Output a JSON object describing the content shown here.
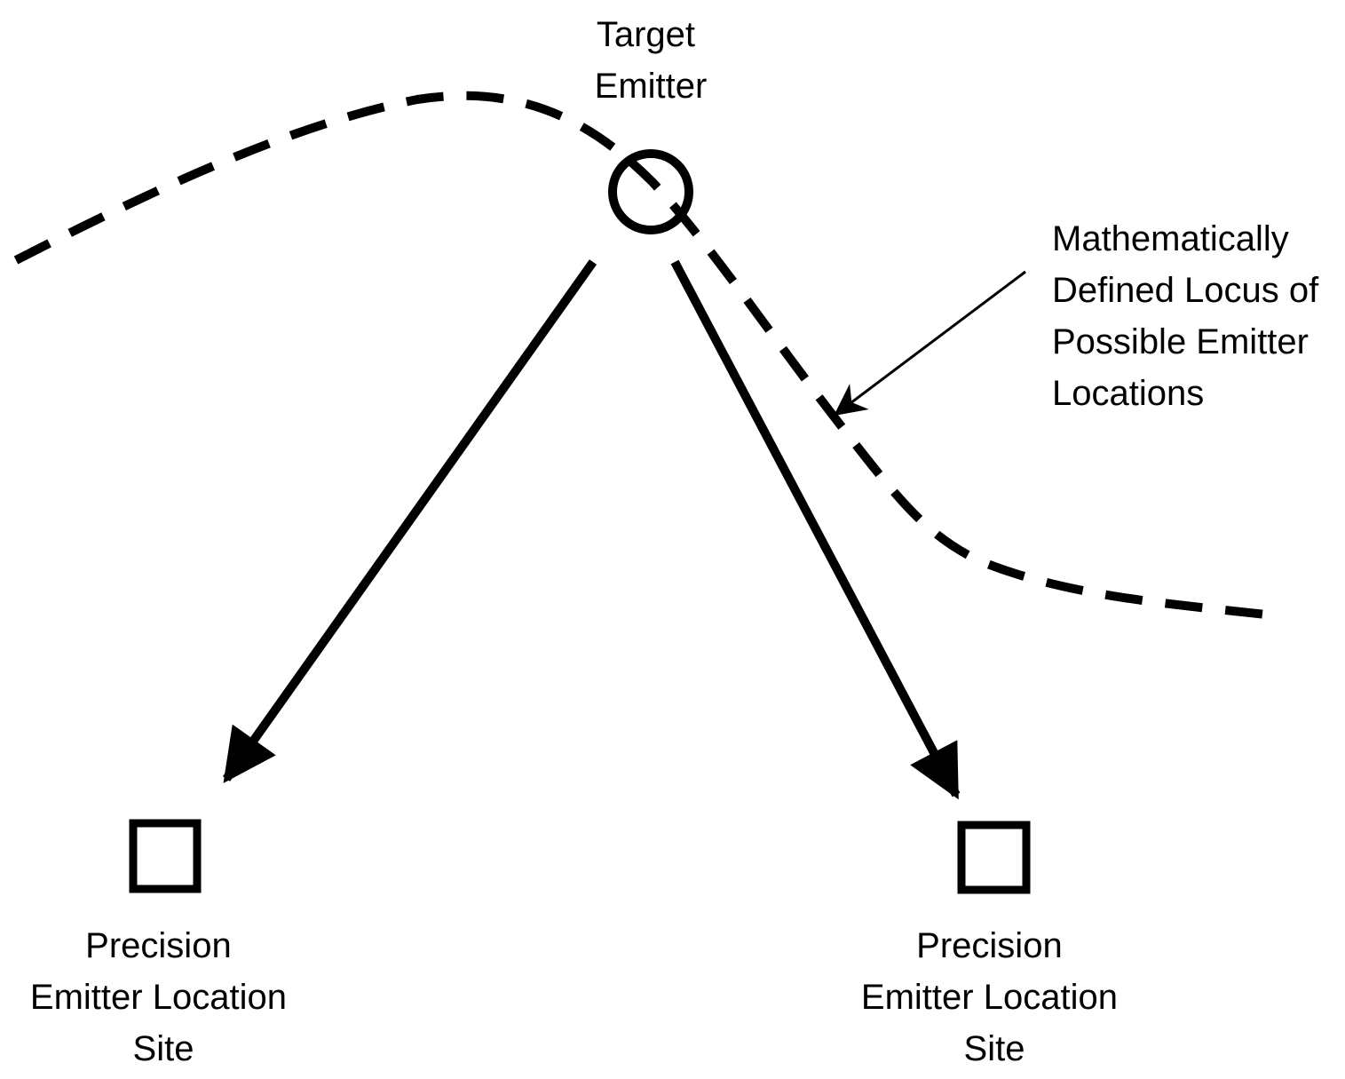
{
  "colors": {
    "ink": "#000000",
    "background": "#ffffff"
  },
  "target": {
    "label_lines": [
      "Target",
      "Emitter"
    ],
    "icon": "circle-icon"
  },
  "locus": {
    "label_lines": [
      "Mathematically",
      "Defined Locus of",
      "Possible Emitter",
      "Locations"
    ],
    "line_style": "dashed"
  },
  "sites": [
    {
      "label_lines": [
        "Precision",
        "Emitter Location",
        "Site"
      ],
      "icon": "square-icon"
    },
    {
      "label_lines": [
        "Precision",
        "Emitter Location",
        "Site"
      ],
      "icon": "square-icon"
    }
  ]
}
